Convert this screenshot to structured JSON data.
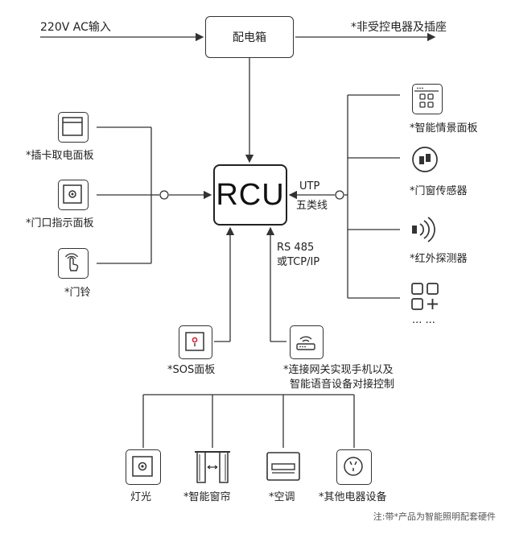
{
  "input_label": "220V AC输入",
  "distribution_box": "配电箱",
  "non_controlled": "*非受控电器及插座",
  "rcu": "RCU",
  "utp_label": "UTP",
  "cat5_label": "五类线",
  "rs485_label": "RS 485",
  "tcpip_label": "或TCP/IP",
  "left_devices": {
    "card_panel": "*插卡取电面板",
    "door_panel": "*门口指示面板",
    "doorbell": "*门铃"
  },
  "right_devices": {
    "scene_panel": "*智能情景面板",
    "door_sensor": "*门窗传感器",
    "ir_detector": "*红外探测器",
    "more": "... ..."
  },
  "bottom_mid": {
    "sos": "*SOS面板",
    "gateway_line1": "*连接网关实现手机以及",
    "gateway_line2": "智能语音设备对接控制"
  },
  "bottom_devices": {
    "light": "灯光",
    "curtain": "*智能窗帘",
    "ac": "*空调",
    "other": "*其他电器设备"
  },
  "footnote": "注:带*产品为智能照明配套硬件"
}
